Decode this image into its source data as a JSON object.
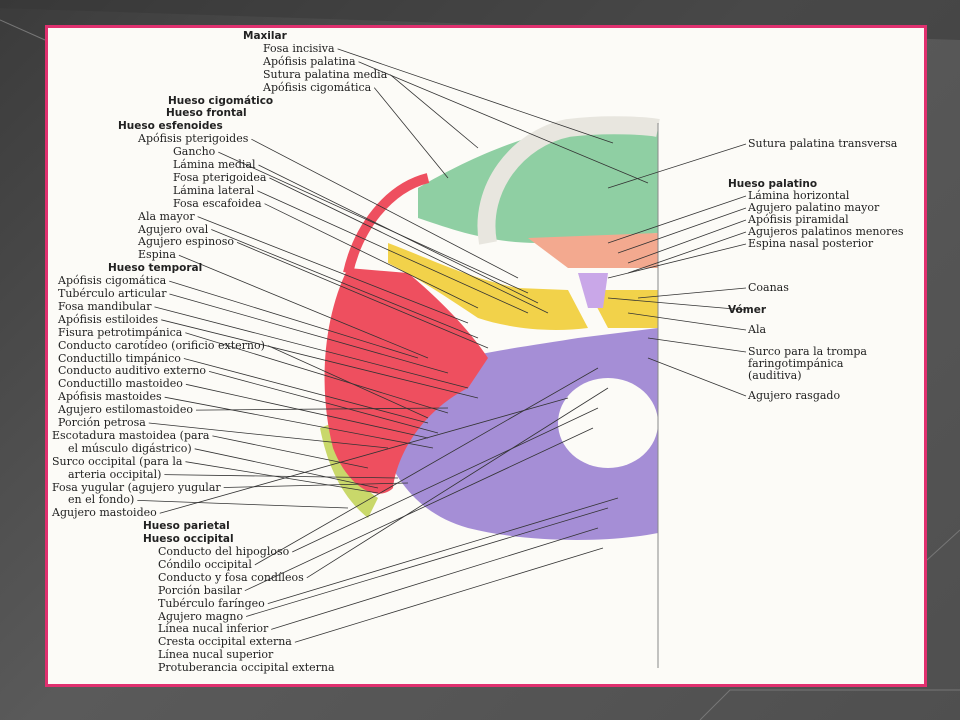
{
  "colors": {
    "frame_border": "#e0306f",
    "maxilla": "#8fcfa3",
    "zygomatic": "#7ec8a0",
    "sphenoid": "#f2d24a",
    "temporal": "#ee4f5f",
    "occipital": "#a58ed6",
    "palatine": "#f3a98f",
    "parietal": "#c9d86a",
    "vomer": "#c9a7e8"
  },
  "left_labels": [
    {
      "text": "Maxilar",
      "header": true
    },
    {
      "text": "Fosa incisiva"
    },
    {
      "text": "Apófisis palatina"
    },
    {
      "text": "Sutura palatina media"
    },
    {
      "text": "Apófisis cigomática"
    },
    {
      "text": "Hueso cigomático",
      "header": true
    },
    {
      "text": "Hueso frontal",
      "header": true
    },
    {
      "text": "Hueso esfenoides",
      "header": true
    },
    {
      "text": "Apófisis pterigoides"
    },
    {
      "text": "Gancho"
    },
    {
      "text": "Lámina medial"
    },
    {
      "text": "Fosa pterigoidea"
    },
    {
      "text": "Lámina lateral"
    },
    {
      "text": "Fosa escafoidea"
    },
    {
      "text": "Ala mayor"
    },
    {
      "text": "Agujero oval"
    },
    {
      "text": "Agujero espinoso"
    },
    {
      "text": "Espina"
    },
    {
      "text": "Hueso temporal",
      "header": true
    },
    {
      "text": "Apófisis cigomática"
    },
    {
      "text": "Tubérculo articular"
    },
    {
      "text": "Fosa mandibular"
    },
    {
      "text": "Apófisis estiloides"
    },
    {
      "text": "Fisura petrotimpánica"
    },
    {
      "text": "Conducto carotídeo (orificio externo)"
    },
    {
      "text": "Conductillo timpánico"
    },
    {
      "text": "Conducto auditivo externo"
    },
    {
      "text": "Conductillo mastoideo"
    },
    {
      "text": "Apófisis mastoides"
    },
    {
      "text": "Agujero estilomastoideo"
    },
    {
      "text": "Porción petrosa"
    },
    {
      "text": "Escotadura mastoidea (para"
    },
    {
      "text": "el músculo digástrico)"
    },
    {
      "text": "Surco occipital (para la"
    },
    {
      "text": "arteria occipital)"
    },
    {
      "text": "Fosa yugular (agujero yugular"
    },
    {
      "text": "en el fondo)"
    },
    {
      "text": "Agujero mastoideo"
    },
    {
      "text": "Hueso parietal",
      "header": true
    },
    {
      "text": "Hueso occipital",
      "header": true
    },
    {
      "text": "Conducto del hipogloso"
    },
    {
      "text": "Cóndilo occipital"
    },
    {
      "text": "Conducto y fosa condíleos"
    },
    {
      "text": "Porción basilar"
    },
    {
      "text": "Tubérculo faríngeo"
    },
    {
      "text": "Agujero magno"
    },
    {
      "text": "Línea nucal inferior"
    },
    {
      "text": "Cresta occipital externa"
    },
    {
      "text": "Línea nucal superior"
    },
    {
      "text": "Protuberancia occipital externa"
    }
  ],
  "right_labels": [
    {
      "text": "Sutura palatina transversa"
    },
    {
      "text": "Hueso palatino",
      "header": true
    },
    {
      "text": "Lámina horizontal"
    },
    {
      "text": "Agujero palatino mayor"
    },
    {
      "text": "Apófisis piramidal"
    },
    {
      "text": "Agujeros palatinos menores"
    },
    {
      "text": "Espina nasal posterior"
    },
    {
      "text": "Coanas"
    },
    {
      "text": "Vómer",
      "header": true
    },
    {
      "text": "Ala"
    },
    {
      "text": "Surco para la trompa"
    },
    {
      "text": "faringotimpánica"
    },
    {
      "text": "(auditiva)"
    },
    {
      "text": "Agujero rasgado"
    }
  ]
}
